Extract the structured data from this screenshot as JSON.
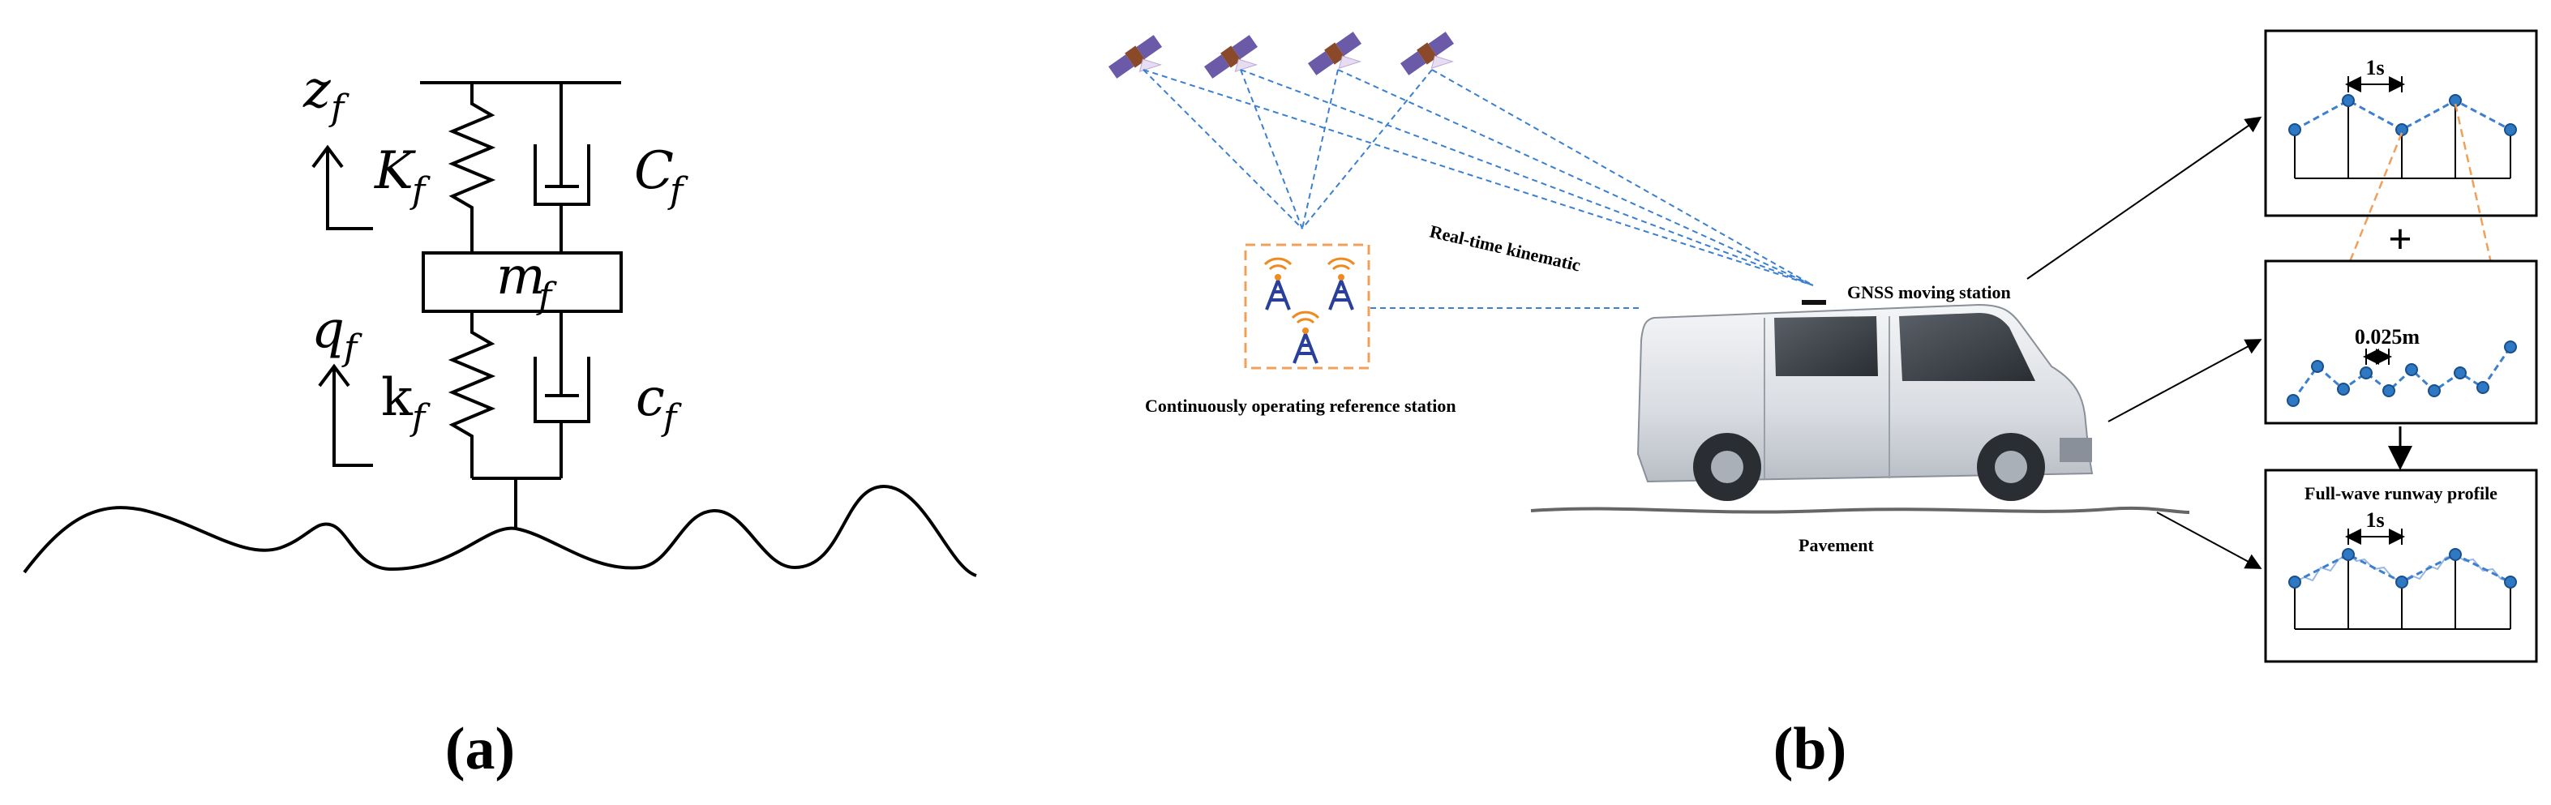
{
  "panel_a": {
    "z_symbol": "z",
    "z_sub": "f",
    "K_symbol": "K",
    "K_sub": "f",
    "C_symbol": "C",
    "C_sub": "f",
    "m_symbol": "m",
    "m_sub": "f",
    "q_symbol": "q",
    "q_sub": "f",
    "k_symbol": "k",
    "k_sub": "f",
    "c_symbol": "c",
    "c_sub": "f",
    "caption": "(a)"
  },
  "panel_b": {
    "rtk_label": "Real-time kinematic",
    "cors_label": "Continuously operating reference station",
    "gnss_label": "GNSS moving station",
    "pavement_label": "Pavement",
    "plus_sign": "+",
    "interval_top": "1s",
    "interval_middle": "0.025m",
    "profile_title": "Full-wave runway profile",
    "interval_bottom": "1s",
    "caption": "(b)"
  },
  "colors": {
    "line": "#000000",
    "dash_blue": "#3a7fd0",
    "dash_orange": "#f0a05a",
    "point_blue": "#2f78c4",
    "tower_blue": "#2a3f9a",
    "tower_orange": "#f08a20",
    "satellite_purple": "#6a5aa8",
    "van_body": "#dfe2e6"
  }
}
